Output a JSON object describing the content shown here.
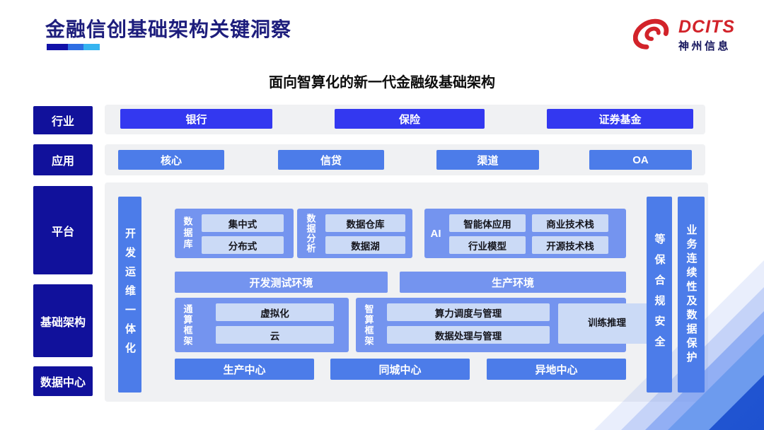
{
  "header": {
    "title": "金融信创基础架构关键洞察",
    "logo": {
      "brand": "DCITS",
      "company": "神州信息"
    }
  },
  "diagram": {
    "subtitle": "面向智算化的新一代金融级基础架构",
    "industry": {
      "label": "行业",
      "items": [
        "银行",
        "保险",
        "证券基金"
      ]
    },
    "application": {
      "label": "应用",
      "items": [
        "核心",
        "信贷",
        "渠道",
        "OA"
      ]
    },
    "side_labels": [
      "平台",
      "基础架构",
      "数据中心"
    ],
    "platform": {
      "devops_bar": "开发运维一体化",
      "groups": {
        "database": {
          "label": "数据库",
          "items": [
            "集中式",
            "分布式"
          ]
        },
        "analytics": {
          "label": "数据分析",
          "items": [
            "数据仓库",
            "数据湖"
          ]
        },
        "ai": {
          "label": "AI",
          "items": [
            "智能体应用",
            "商业技术栈",
            "行业模型",
            "开源技术栈"
          ]
        },
        "general_compute": {
          "label": "通算框架",
          "items": [
            "虚拟化",
            "云"
          ]
        },
        "intelligent_compute": {
          "label": "智算框架",
          "items": [
            "算力调度与管理",
            "数据处理与管理"
          ],
          "side_item": "训练推理"
        }
      },
      "env_bars": [
        "开发测试环境",
        "生产环境"
      ],
      "centers": [
        "生产中心",
        "同城中心",
        "异地中心"
      ],
      "right_bars": [
        "等保合规安全",
        "业务连续性及数据保护"
      ]
    }
  },
  "colors": {
    "navy_label": "#11119b",
    "industry_button": "#3338f0",
    "application_button": "#4c7ce9",
    "group_container": "#7494ef",
    "inner_box": "#cbdaf6",
    "vertical_bar": "#4c7ce9",
    "strip_background": "#f0f1f3",
    "title_text": "#1d1d7c",
    "logo_red": "#d2232a",
    "corner_deep_blue": "#1e52d0"
  }
}
